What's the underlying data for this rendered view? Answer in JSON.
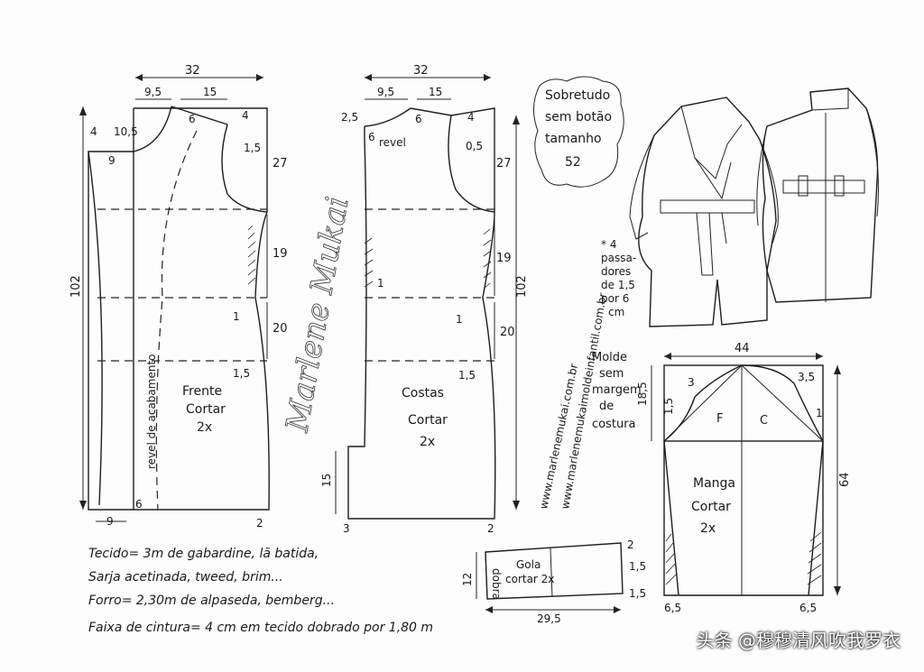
{
  "front": {
    "width": "32",
    "neck": "9,5",
    "shoulder": "15",
    "dart": "6",
    "shoulder_drop": "4",
    "neck_drop": "10,5",
    "side_neck": "4",
    "chest": "9",
    "armhole": "27",
    "arm_adj": "1,5",
    "waist": "19",
    "hip": "20",
    "hip_in": "1",
    "hem_adj": "1,5",
    "length": "102",
    "facing_width": "6",
    "bottom_left": "9",
    "bottom_right": "2",
    "name": "Frente",
    "cut": "Cortar",
    "qty": "2x",
    "facing": "revel de acabamento"
  },
  "back": {
    "width": "32",
    "neck": "9,5",
    "shoulder": "15",
    "dart": "6",
    "shoulder_drop": "4",
    "neck_drop": "2,5",
    "collar_mark": "6",
    "facing": "revel",
    "arm_adj": "0,5",
    "armhole": "27",
    "waist": "19",
    "hip": "20",
    "hip_in": "1",
    "hem_adj": "1,5",
    "length": "102",
    "slit": "15",
    "bottom_left": "3",
    "bottom_right": "2",
    "waist_in": "1",
    "name": "Costas",
    "cut": "Cortar",
    "qty": "2x"
  },
  "title": {
    "l1": "Sobretudo",
    "l2": "sem botão",
    "l3": "tamanho",
    "l4": "52"
  },
  "site": {
    "l1": "www.marlenemukai.com.br",
    "l2": "www.marlenemukaimoldeinfantil.com.br"
  },
  "signature": "Marlene Mukai",
  "belt_note": {
    "l1": "* 4",
    "l2": "passa-",
    "l3": "dores",
    "l4": "de 1,5",
    "l5": "por 6",
    "l6": "cm"
  },
  "molde_note": {
    "l1": "Molde",
    "l2": "sem",
    "l3": "margem",
    "l4": "de",
    "l5": "costura"
  },
  "sleeve": {
    "width": "44",
    "cap": "18,5",
    "front_curve": "3",
    "back_curve": "3,5",
    "left_adj": "1,5",
    "right_adj": "1",
    "length": "64",
    "p": "F",
    "c": "C",
    "name": "Manga",
    "cut": "Cortar",
    "qty": "2x",
    "bottom_left": "6,5",
    "bottom_right": "6,5"
  },
  "collar": {
    "label": "Gola",
    "cut": "cortar 2x",
    "fold": "dobra",
    "height": "12",
    "width": "29,5",
    "top_adj": "2",
    "right_adj1": "1,5",
    "right_adj2": "1,5"
  },
  "notes": {
    "l1": "Tecido= 3m   de gabardine, lã batida,",
    "l2": "Sarja acetinada, tweed, brim...",
    "l3": "Forro= 2,30m  de alpaseda, bemberg...",
    "l4": "Faixa de cintura= 4 cm em tecido dobrado por 1,80 m"
  },
  "watermark": "头条 @穆穆清风吹我罗衣"
}
